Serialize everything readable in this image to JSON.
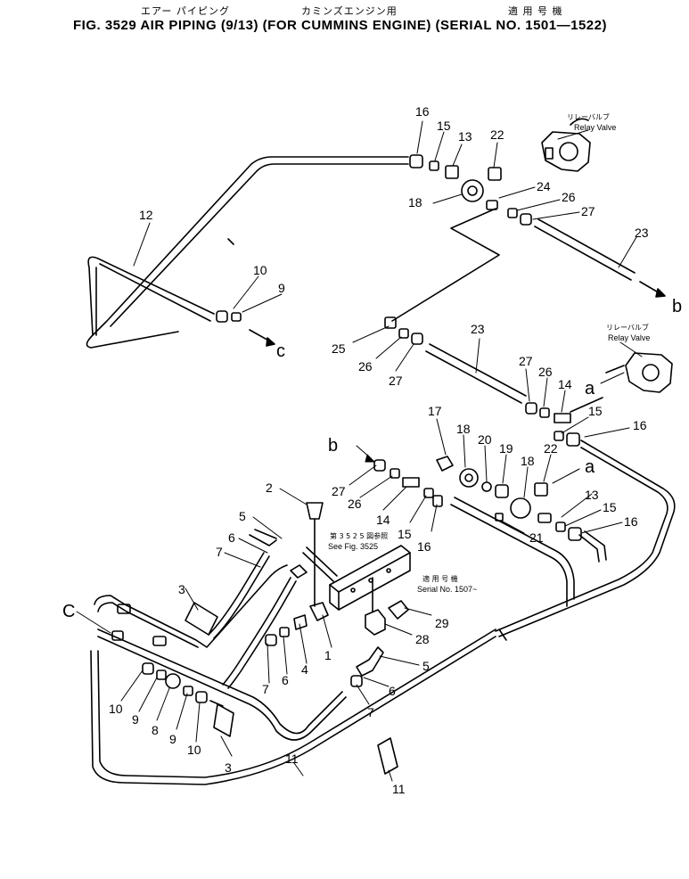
{
  "header": {
    "jp_title1": "エアー パイピング",
    "jp_title2": "カミンズエンジン用",
    "jp_title3": "適 用 号 機",
    "title": "FIG. 3529  AIR PIPING (9/13)  (FOR CUMMINS ENGINE)  (SERIAL NO. 1501—1522)"
  },
  "notes": {
    "relay_jp": "リレーバルブ",
    "relay_en": "Relay Valve",
    "see_jp": "第 3 5 2 5 図参照",
    "see_en": "See Fig. 3525",
    "serial_jp": "適 用 号 機",
    "serial_en": "Serial No. 1507~"
  },
  "letters": {
    "a": "a",
    "b": "b",
    "c": "c",
    "C": "C"
  },
  "callouts": [
    "16",
    "15",
    "13",
    "22",
    "18",
    "24",
    "26",
    "27",
    "23",
    "12",
    "10",
    "9",
    "25",
    "26",
    "27",
    "23",
    "27",
    "26",
    "14",
    "15",
    "16",
    "17",
    "18",
    "20",
    "19",
    "22",
    "18",
    "2",
    "5",
    "6",
    "7",
    "3",
    "27",
    "26",
    "14",
    "15",
    "16",
    "13",
    "15",
    "16",
    "21",
    "29",
    "28",
    "5",
    "6",
    "7",
    "1",
    "4",
    "6",
    "7",
    "10",
    "9",
    "8",
    "9",
    "10",
    "3",
    "11",
    "11"
  ]
}
